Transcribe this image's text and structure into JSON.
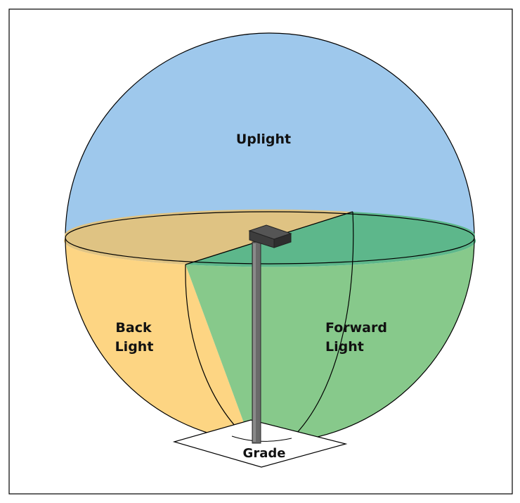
{
  "labels": {
    "uplight": "Uplight",
    "back_light_line1": "Back",
    "back_light_line2": "Light",
    "forward_light_line1": "Forward",
    "forward_light_line2": "Light",
    "grade": "Grade"
  },
  "colors": {
    "uplight": "#9ec8ec",
    "back_light": "#fdd583",
    "back_light_top": "#dfc383",
    "forward_light": "#87c98b",
    "forward_light_top": "#5db78b",
    "pole": "#6a6a6a",
    "luminaire": "#3d3d3d",
    "frame": "#000000"
  }
}
